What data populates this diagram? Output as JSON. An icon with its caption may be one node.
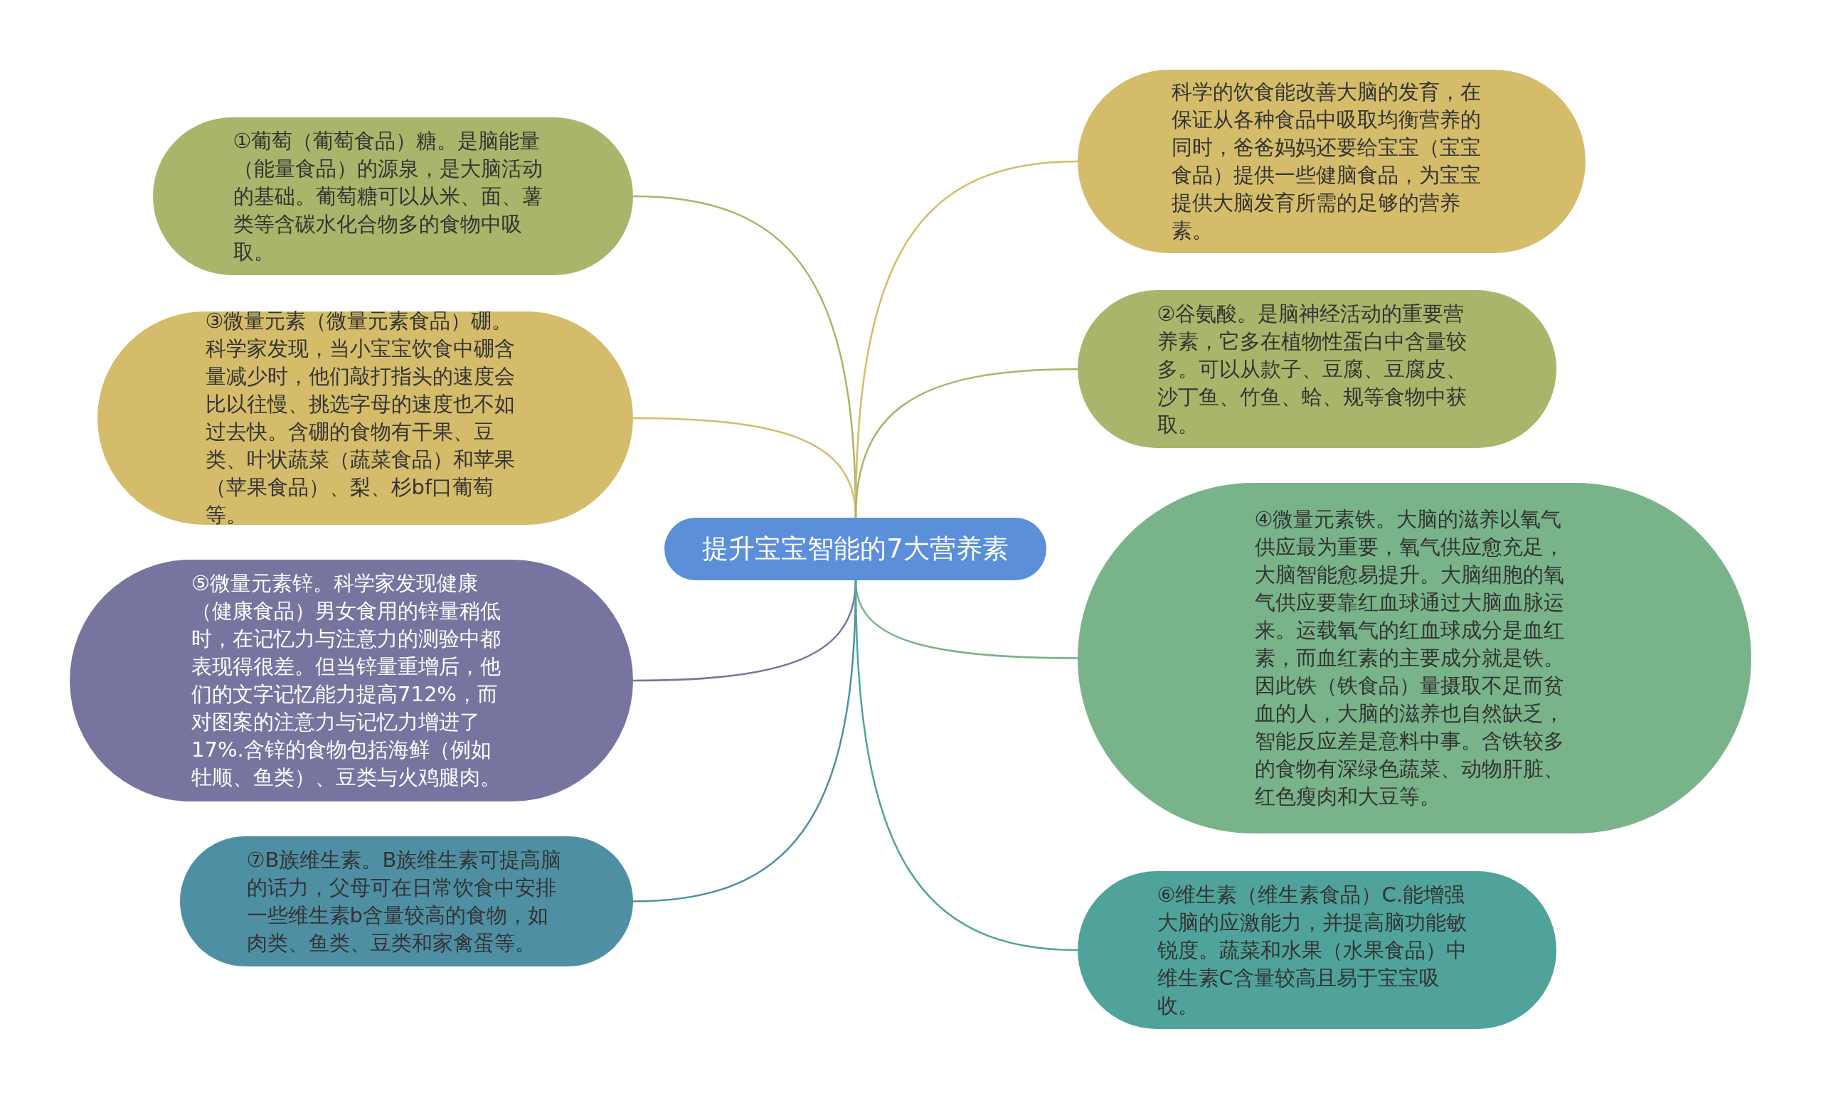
{
  "diagram": {
    "nodes": [
      {
        "text": [
          "提升宝宝智能的7大营养素"
        ]
      },
      {
        "text": [
          "①葡萄（葡萄食品）糖。是脑能量（能量食品）的源泉，是大脑活动的基础。葡萄糖可以从米、面、薯类等含碳水化合物多的食物中吸取。"
        ]
      },
      {
        "text": [
          "科学的饮食能改善大脑的发育，在保证从各种食品中吸取均衡营养的同时，爸爸妈妈还要给宝宝（宝宝食品）提供一些健脑食品，为宝宝提供大脑发育所需的足够的营养素。"
        ]
      },
      {
        "text": [
          "③微量元素（微量元素食品）硼。科学家发现，当小宝宝饮食中硼含量减少时，他们敲打指头的速度会比以往慢、挑选字母的速度也不如过去快。含硼的食物有干果、豆类、叶状蔬菜（蔬菜食品）和苹果（苹果食品）、梨、杉bf口葡萄等。"
        ]
      },
      {
        "text": [
          "②谷氨酸。是脑神经活动的重要营养素，它多在植物性蛋白中含量较多。可以从款子、豆腐、豆腐皮、沙丁鱼、竹鱼、蛤、规等食物中获取。"
        ]
      },
      {
        "text": [
          "⑤微量元素锌。科学家发现健康（健康食品）男女食用的锌量稍低时，在记忆力与注意力的测验中都表现得很差。但当锌量重增后，他们的文字记忆能力提高712%，而对图案的注意力与记忆力增进了17%.含锌的食物包括海鲜（例如牡顺、鱼类）、豆类与火鸡腿肉。"
        ]
      },
      {
        "text": [
          "④微量元素铁。大脑的滋养以氧气供应最为重要，氧气供应愈充足，大脑智能愈易提升。大脑细胞的氧气供应要靠红血球通过大脑血脉运来。运载氧气的红血球成分是血红素，而血红素的主要成分就是铁。因此铁（铁食品）量摄取不足而贫血的人，大脑的滋养也自然缺乏，智能反应差是意料中事。含铁较多的食物有深绿色蔬菜、动物肝脏、红色瘦肉和大豆等。"
        ]
      },
      {
        "text": [
          "⑦B族维生素。B族维生素可提高脑的话力，父母可在日常饮食中安排一些维生素b含量较高的食物，如肉类、鱼类、豆类和家禽蛋等。"
        ]
      },
      {
        "text": [
          "⑥维生素（维生素食品）C.能增强大脑的应激能力，并提高脑功能敏锐度。蔬菜和水果（水果食品）中维生素C含量较高且易于宝宝吸收。"
        ]
      }
    ],
    "edges": [
      {
        "from": 0,
        "to": 1,
        "arrow": "none",
        "color": "#a9b56a"
      },
      {
        "from": 0,
        "to": 2,
        "arrow": "none",
        "color": "#d4bc6a"
      },
      {
        "from": 0,
        "to": 3,
        "arrow": "none",
        "color": "#d4bc6a"
      },
      {
        "from": 0,
        "to": 4,
        "arrow": "none",
        "color": "#a9b56a"
      },
      {
        "from": 0,
        "to": 5,
        "arrow": "none",
        "color": "#77759f"
      },
      {
        "from": 0,
        "to": 6,
        "arrow": "none",
        "color": "#79b389"
      },
      {
        "from": 0,
        "to": 7,
        "arrow": "none",
        "color": "#4f8fa3"
      },
      {
        "from": 0,
        "to": 8,
        "arrow": "none",
        "color": "#4fa39a"
      }
    ]
  }
}
